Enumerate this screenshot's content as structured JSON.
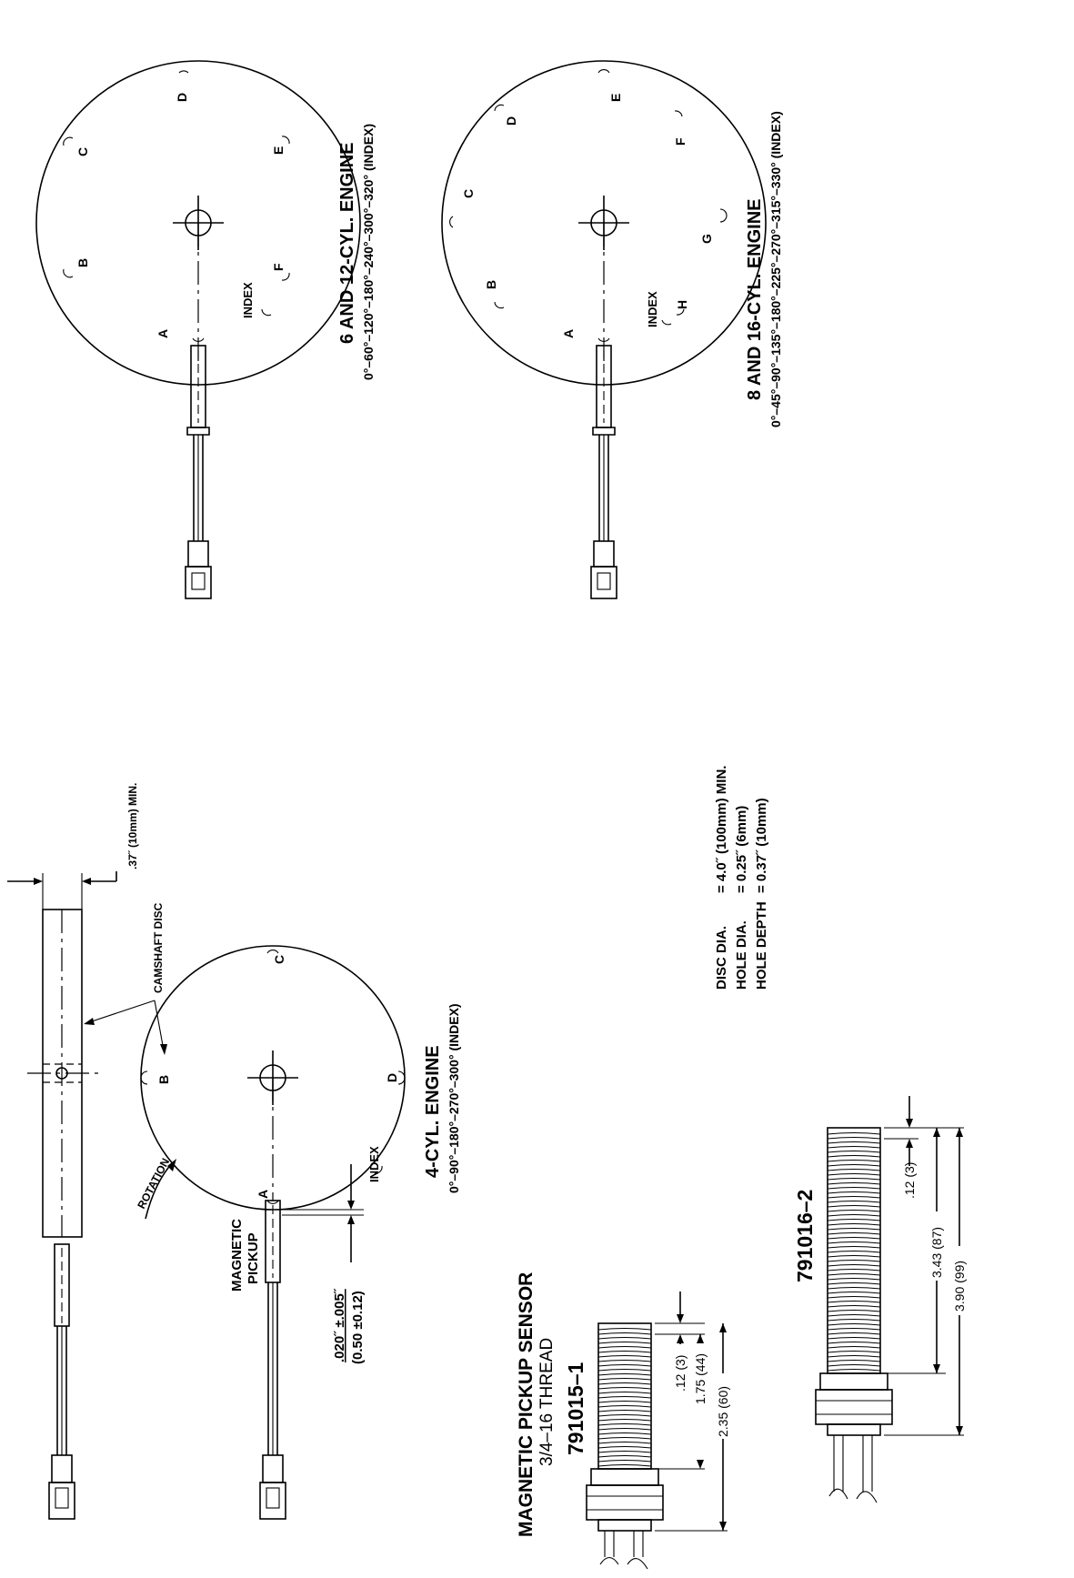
{
  "views": {
    "six_twelve_cyl": {
      "title": "6 AND 12-CYL. ENGINE",
      "angles": "0°–60°–120°–180°–240°–300°–320° (INDEX)",
      "marks": [
        "A",
        "B",
        "C",
        "D",
        "E",
        "F"
      ],
      "index_label": "INDEX"
    },
    "eight_sixteen_cyl": {
      "title": "8 AND 16-CYL. ENGINE",
      "angles": "0°–45°–90°–135°–180°–225°–270°–315°–330° (INDEX)",
      "marks": [
        "A",
        "B",
        "C",
        "D",
        "E",
        "F",
        "G",
        "H"
      ],
      "index_label": "INDEX"
    },
    "four_cyl": {
      "title": "4-CYL. ENGINE",
      "angles": "0°–90°–180°–270°–300° (INDEX)",
      "marks": [
        "A",
        "B",
        "C",
        "D"
      ],
      "index_label": "INDEX",
      "rotation_label": "ROTATION",
      "pickup_label_line1": "MAGNETIC",
      "pickup_label_line2": "PICKUP",
      "gap_line1": ".020˝ ±.005˝",
      "gap_line2": "(0.50 ±0.12)",
      "camshaft_label": "CAMSHAFT DISC",
      "min_label": ".37˝ (10mm) MIN."
    }
  },
  "specs": [
    {
      "name": "DISC DIA.",
      "value": "= 4.0˝ (100mm) MIN."
    },
    {
      "name": "HOLE DIA.",
      "value": "= 0.25˝ (6mm)"
    },
    {
      "name": "HOLE DEPTH",
      "value": "= 0.37˝ (10mm)"
    }
  ],
  "sensor": {
    "title": "MAGNETIC PICKUP SENSOR",
    "thread": "3/4–16 THREAD",
    "part1": {
      "part_number": "791015–1",
      "dim_tip": ".12 (3)",
      "dim_thread": "1.75 (44)",
      "dim_overall": "2.35 (60)"
    },
    "part2": {
      "part_number": "791016–2",
      "dim_tip": ".12 (3)",
      "dim_thread": "3.43 (87)",
      "dim_overall": "3.90 (99)"
    }
  }
}
